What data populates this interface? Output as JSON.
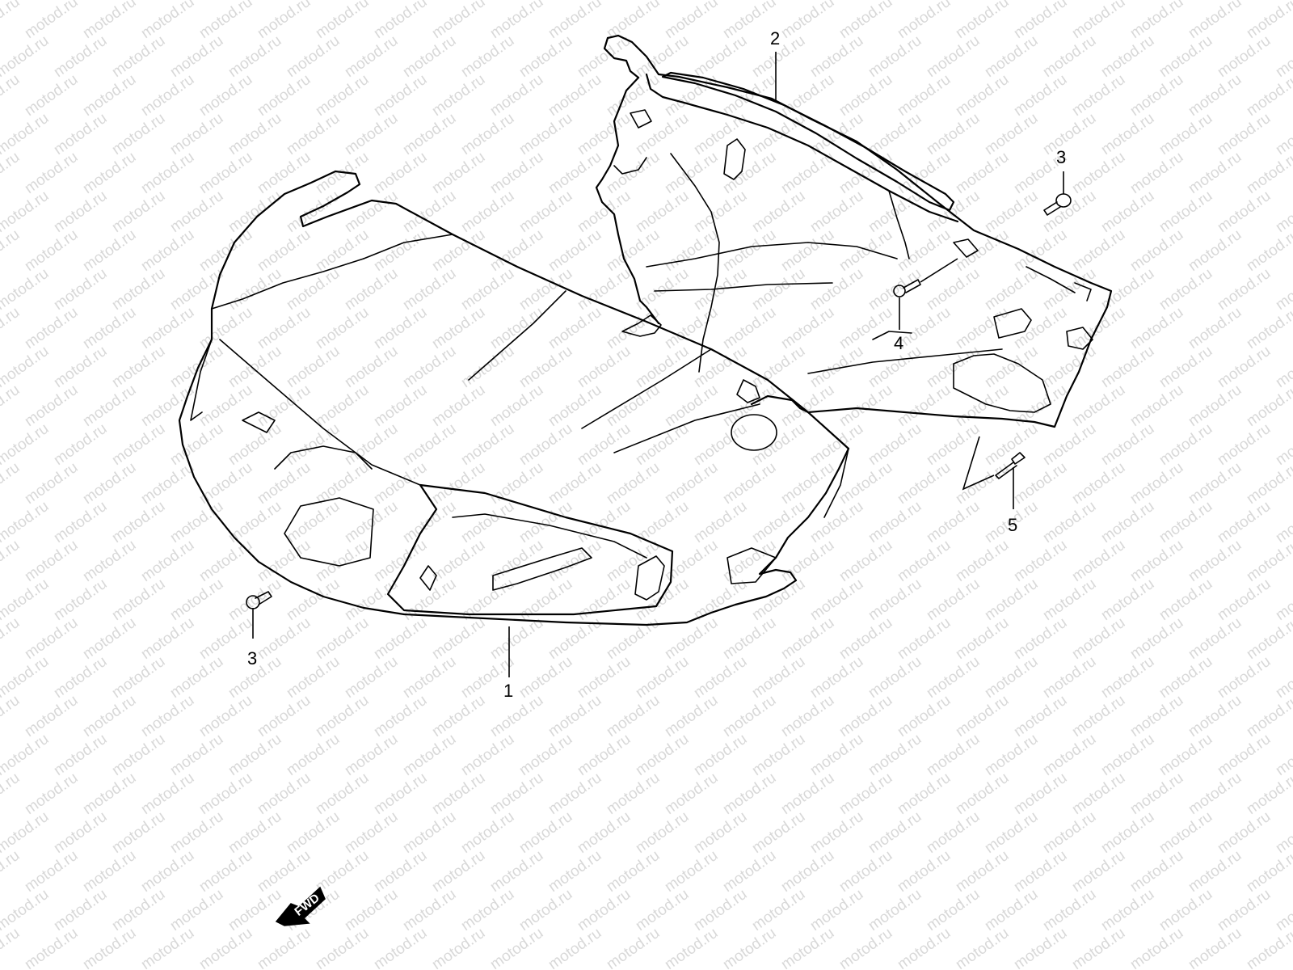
{
  "watermark": "motod.ru",
  "callouts": {
    "part_1": "1",
    "part_2": "2",
    "part_3_left": "3",
    "part_3_right": "3",
    "part_4": "4",
    "part_5": "5"
  },
  "direction_badge": "FWD",
  "colors": {
    "ink": "#000000",
    "watermark": "#b9b9b9",
    "background": "#ffffff"
  }
}
